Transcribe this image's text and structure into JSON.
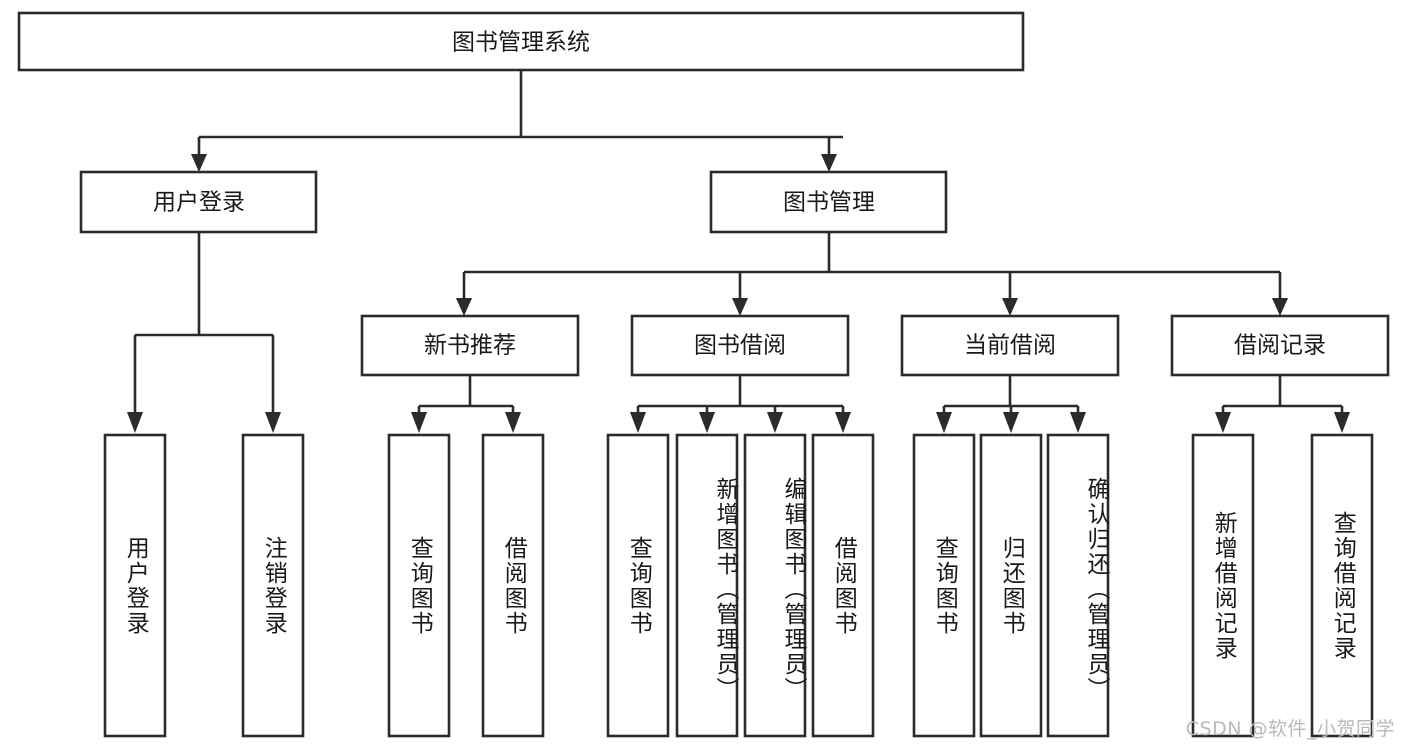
{
  "diagram": {
    "title": "图书管理系统",
    "type": "tree",
    "watermark": "CSDN @软件_小贺同学",
    "colors": {
      "box_stroke": "#2b2b2b",
      "box_fill": "#ffffff",
      "text": "#1a1a1a",
      "background": "#ffffff",
      "watermark": "#b9b9b9"
    },
    "root": {
      "label": "图书管理系统"
    },
    "level2": [
      {
        "label": "用户登录"
      },
      {
        "label": "图书管理"
      }
    ],
    "level3": [
      {
        "label": "新书推荐"
      },
      {
        "label": "图书借阅"
      },
      {
        "label": "当前借阅"
      },
      {
        "label": "借阅记录"
      }
    ],
    "leaves": {
      "user_login": [
        {
          "label": "用户登录"
        },
        {
          "label": "注销登录"
        }
      ],
      "new_book": [
        {
          "label": "查询图书"
        },
        {
          "label": "借阅图书"
        }
      ],
      "book_borrow": [
        {
          "label": "查询图书"
        },
        {
          "label": "新增图书（管理员）"
        },
        {
          "label": "编辑图书（管理员）"
        },
        {
          "label": "借阅图书"
        }
      ],
      "current_borrow": [
        {
          "label": "查询图书"
        },
        {
          "label": "归还图书"
        },
        {
          "label": "确认归还（管理员）"
        }
      ],
      "borrow_record": [
        {
          "label": "新增借阅记录"
        },
        {
          "label": "查询借阅记录"
        }
      ]
    }
  }
}
